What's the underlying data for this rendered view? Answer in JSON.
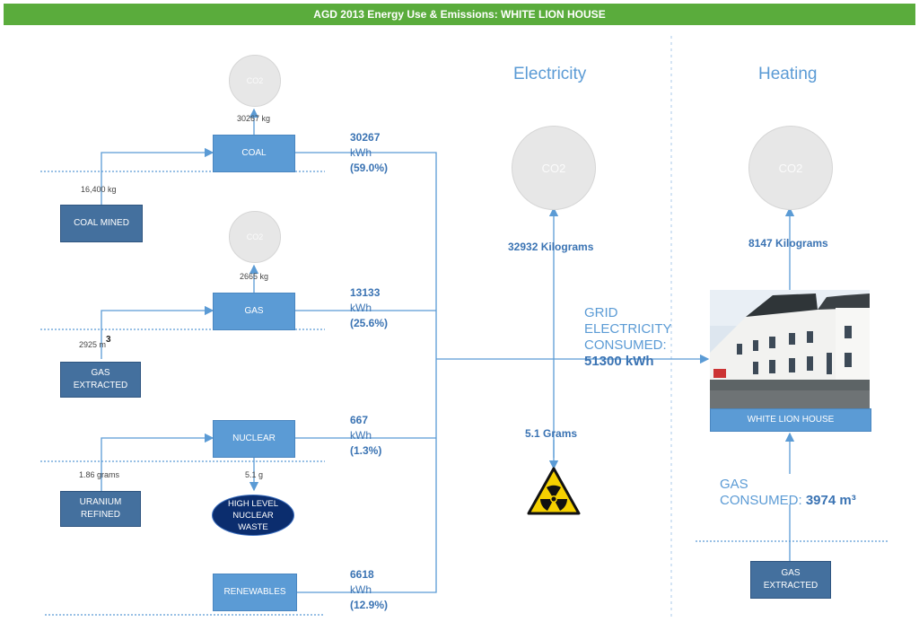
{
  "title": "AGD 2013 Energy Use & Emissions: WHITE LION HOUSE",
  "co2_label": "CO2",
  "sources": {
    "coal": {
      "box": "COAL",
      "co2": "30267 kg",
      "input_box": "COAL MINED",
      "input_amount": "16,400 kg",
      "kwh": "30267",
      "unit": "kWh",
      "share": "(59.0%)"
    },
    "gas": {
      "box": "GAS",
      "co2": "2665 kg",
      "input_box": "GAS EXTRACTED",
      "input_amount": "2925 m",
      "input_sup": "3",
      "kwh": "13133",
      "unit": "kWh",
      "share": "(25.6%)"
    },
    "nuclear": {
      "box": "NUCLEAR",
      "waste_amount": "5.1 g",
      "waste": "HIGH LEVEL NUCLEAR WASTE",
      "input_box": "URANIUM REFINED",
      "input_amount": "1.86 grams",
      "kwh": "667",
      "unit": "kWh",
      "share": "(1.3%)"
    },
    "renewables": {
      "box": "RENEWABLES",
      "kwh": "6618",
      "unit": "kWh",
      "share": "(12.9%)"
    }
  },
  "electricity": {
    "heading": "Electricity",
    "co2": "32932 Kilograms",
    "waste": "5.1 Grams",
    "grid_line1": "GRID",
    "grid_line2": "ELECTRICITY",
    "grid_line3": "CONSUMED:",
    "grid_value": "51300 kWh"
  },
  "heating": {
    "heading": "Heating",
    "co2": "8147 Kilograms",
    "building": "WHITE LION HOUSE",
    "gas_line1": "GAS",
    "gas_prefix": "CONSUMED: ",
    "gas_value": "3974 m³",
    "gas_box": "GAS EXTRACTED"
  },
  "colors": {
    "banner": "#5aac3c",
    "light_box": "#5b9bd5",
    "dark_box": "#44709e",
    "line": "#5b9bd5",
    "waste": "#0b2d6e"
  }
}
